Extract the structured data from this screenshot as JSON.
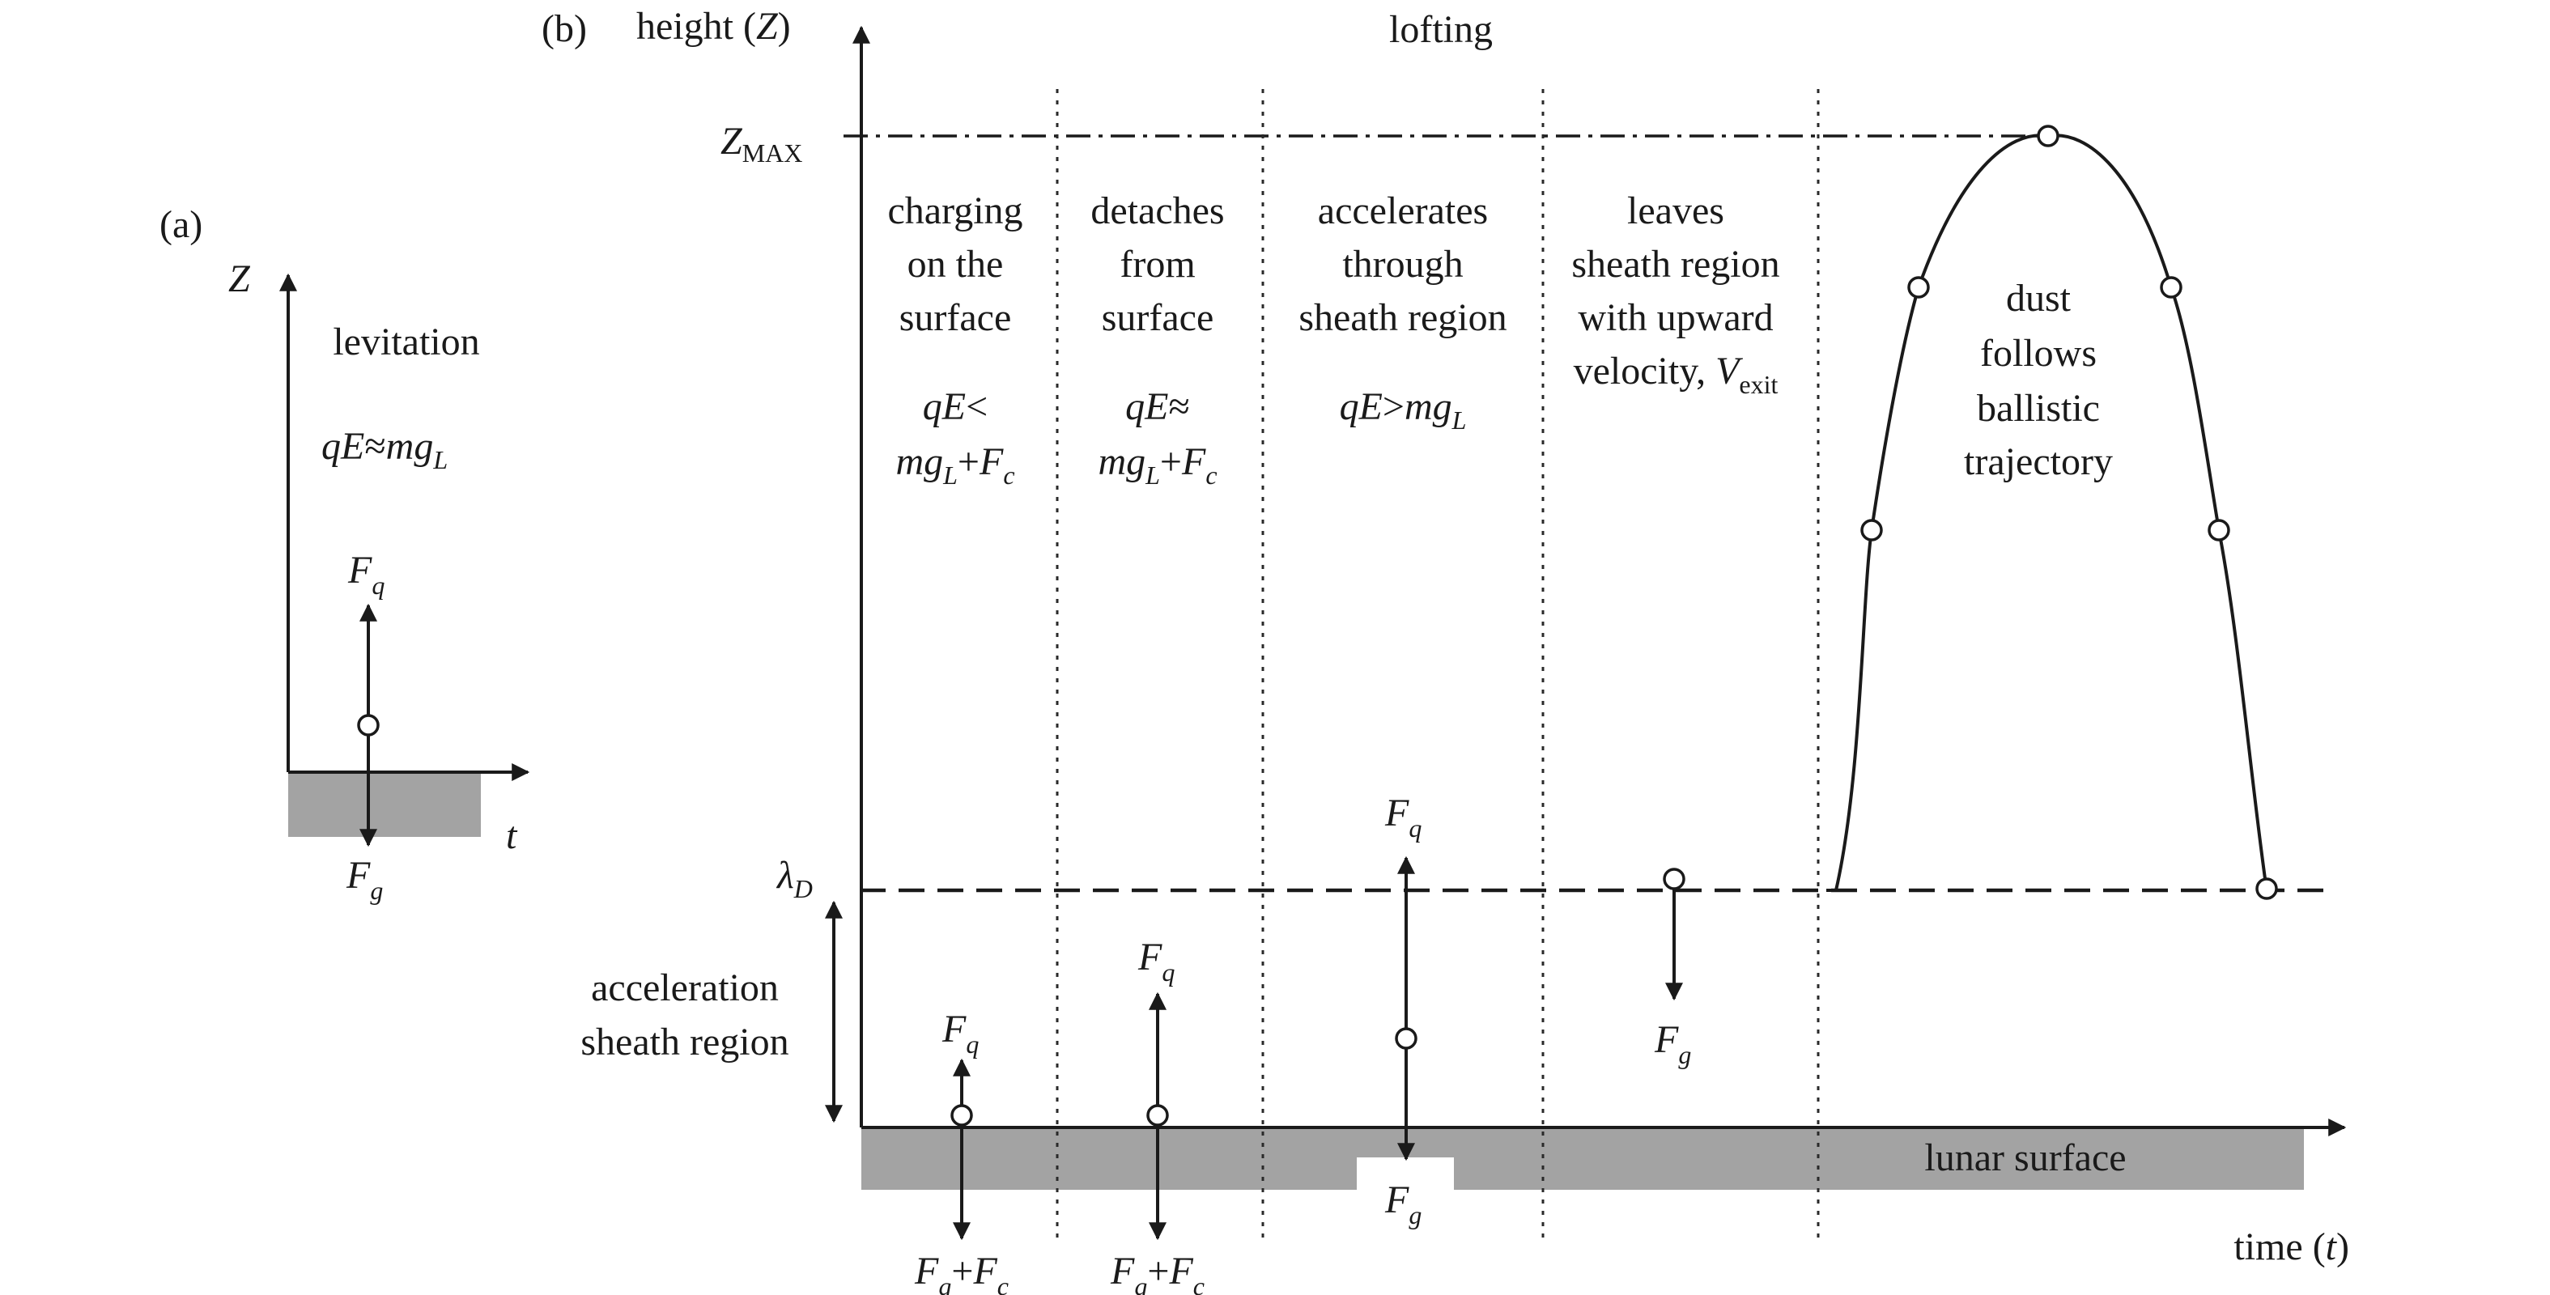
{
  "panel_a": {
    "tag": "(a)",
    "y_axis": "Z",
    "x_axis": "t",
    "title": "levitation",
    "condition": {
      "lhs": "qE",
      "op": "≈",
      "rhs": "mg",
      "rhs_sub": "L"
    },
    "force_up": {
      "sym": "F",
      "sub": "q"
    },
    "force_down": {
      "sym": "F",
      "sub": "g"
    }
  },
  "panel_b": {
    "tag": "(b)",
    "title": "lofting",
    "y_axis": {
      "word": "height (",
      "sym": "Z",
      "close": ")"
    },
    "x_axis": {
      "word": "time (",
      "sym": "t",
      "close": ")"
    },
    "zmax": {
      "sym": "Z",
      "sub": "MAX"
    },
    "lambda": {
      "sym": "λ",
      "sub": "D"
    },
    "sheath_label": [
      "acceleration",
      "sheath region"
    ],
    "surface_label": "lunar surface",
    "stages": [
      {
        "lines": [
          "charging",
          "on the",
          "surface"
        ],
        "cond_line1": {
          "a": "qE",
          "op": "<"
        },
        "cond_line2": {
          "a": "mg",
          "a_sub": "L",
          "op": "+",
          "b": "F",
          "b_sub": "c"
        },
        "up": {
          "sym": "F",
          "sub": "q"
        },
        "down": {
          "sym": "F",
          "sub": "g",
          "op": "+",
          "sym2": "F",
          "sub2": "c"
        }
      },
      {
        "lines": [
          "detaches",
          "from",
          "surface"
        ],
        "cond_line1": {
          "a": "qE",
          "op": "≈"
        },
        "cond_line2": {
          "a": "mg",
          "a_sub": "L",
          "op": "+",
          "b": "F",
          "b_sub": "c"
        },
        "up": {
          "sym": "F",
          "sub": "q"
        },
        "down": {
          "sym": "F",
          "sub": "g",
          "op": "+",
          "sym2": "F",
          "sub2": "c"
        }
      },
      {
        "lines": [
          "accelerates",
          "through",
          "sheath region"
        ],
        "cond_line1": {
          "a": "qE",
          "op": ">",
          "b": "mg",
          "b_sub": "L"
        },
        "up": {
          "sym": "F",
          "sub": "q"
        },
        "down": {
          "sym": "F",
          "sub": "g"
        }
      },
      {
        "lines": [
          "leaves",
          "sheath region",
          "with upward"
        ],
        "velocity": {
          "word": "velocity, ",
          "sym": "V",
          "sub": "exit"
        },
        "down": {
          "sym": "F",
          "sub": "g"
        }
      },
      {
        "lines": [
          "dust",
          "follows",
          "ballistic",
          "trajectory"
        ]
      }
    ]
  }
}
